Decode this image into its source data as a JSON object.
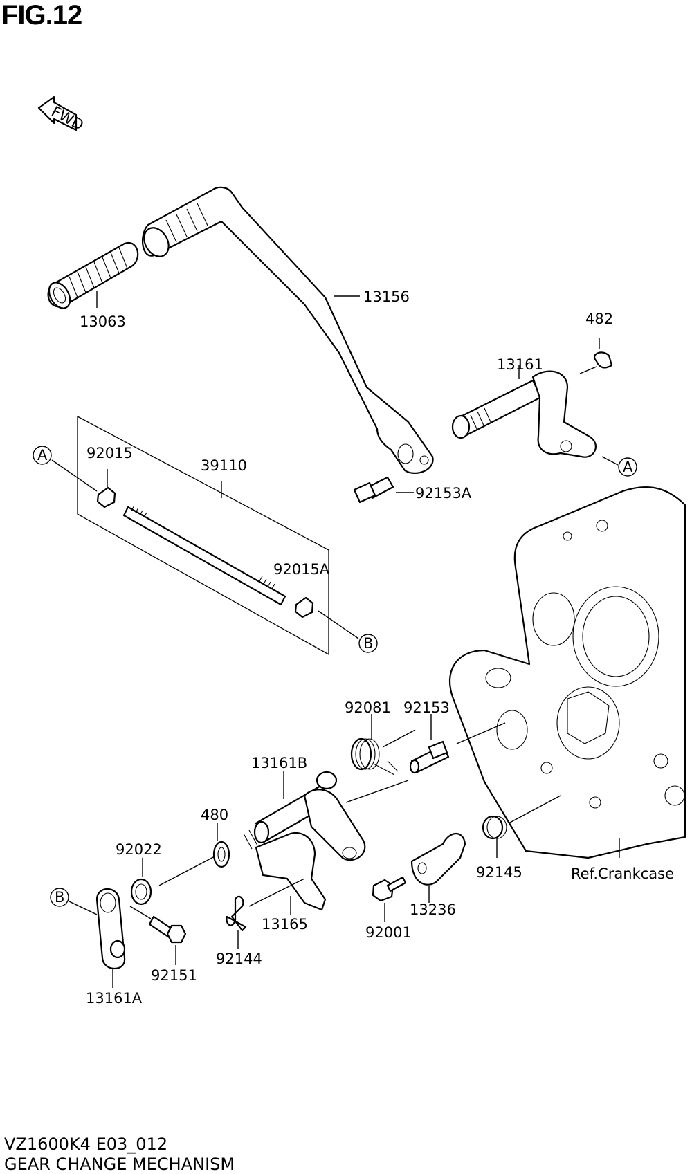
{
  "figure": {
    "title": "FIG.12"
  },
  "orientation": {
    "label": "FWD"
  },
  "parts": {
    "p13063": "13063",
    "p13156": "13156",
    "p482": "482",
    "p13161": "13161",
    "p92015": "92015",
    "p39110": "39110",
    "p92153A": "92153A",
    "p92015A": "92015A",
    "p92081": "92081",
    "p92153": "92153",
    "p13161B": "13161B",
    "p480": "480",
    "p92022": "92022",
    "p13165": "13165",
    "p92145": "92145",
    "p13236": "13236",
    "p92001": "92001",
    "p92144": "92144",
    "p92151": "92151",
    "p13161A": "13161A",
    "refCrankcase": "Ref.Crankcase"
  },
  "refs": {
    "A": "A",
    "B": "B"
  },
  "footer": {
    "model_code": "VZ1600K4 E03_012",
    "section_name": "GEAR CHANGE MECHANISM"
  }
}
